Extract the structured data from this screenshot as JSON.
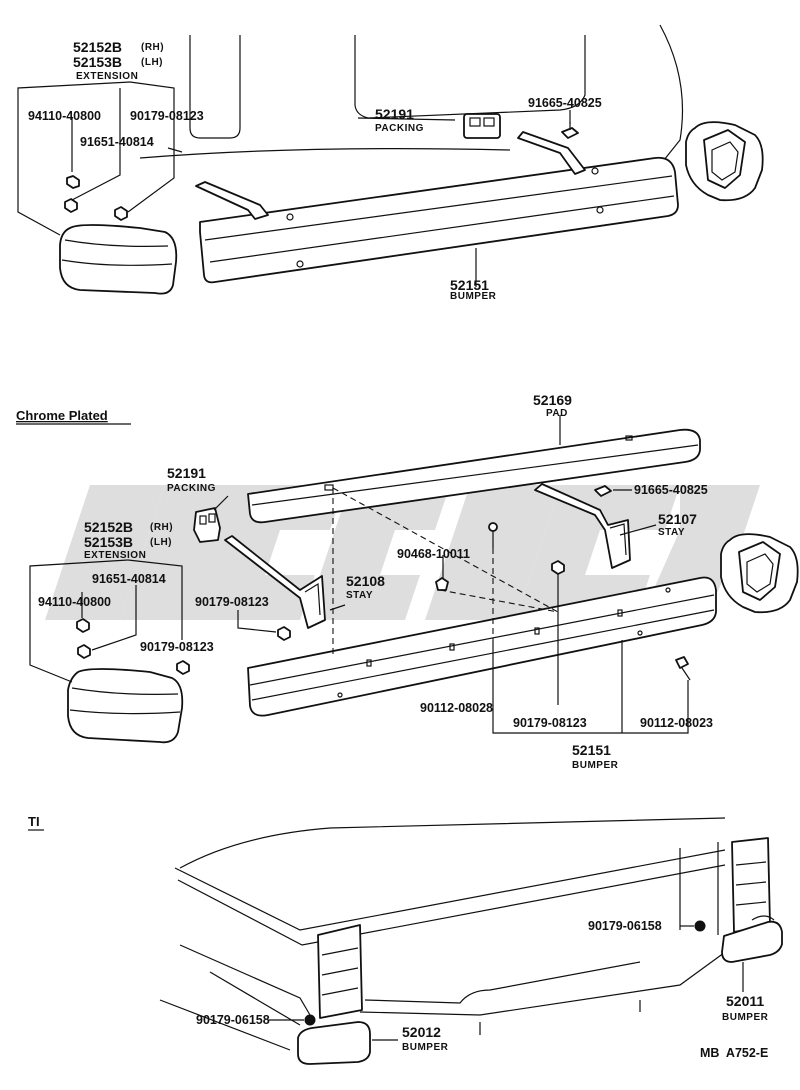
{
  "colors": {
    "ink": "#111111",
    "paper": "#ffffff",
    "watermark": "#dedede"
  },
  "section_chrome": {
    "heading": "Chrome Plated"
  },
  "section_ti": {
    "heading": "TI"
  },
  "diagram_code": "MB  A752-E",
  "labels": {
    "top_ext_rh": "52152B",
    "top_ext_rh_side": "(RH)",
    "top_ext_lh": "52153B",
    "top_ext_lh_side": "(LH)",
    "top_ext_name": "EXTENSION",
    "top_94110": "94110-40800",
    "top_90179": "90179-08123",
    "top_91651": "91651-40814",
    "top_52191": "52191",
    "top_52191_name": "PACKING",
    "top_91665": "91665-40825",
    "top_52151": "52151",
    "top_52151_name": "BUMPER",
    "c_52169": "52169",
    "c_52169_name": "PAD",
    "c_52191": "52191",
    "c_52191_name": "PACKING",
    "c_91665": "91665-40825",
    "c_52107": "52107",
    "c_52107_name": "STAY",
    "c_ext_rh": "52152B",
    "c_ext_rh_side": "(RH)",
    "c_ext_lh": "52153B",
    "c_ext_lh_side": "(LH)",
    "c_ext_name": "EXTENSION",
    "c_91651": "91651-40814",
    "c_90468": "90468-10011",
    "c_52108": "52108",
    "c_52108_name": "STAY",
    "c_94110": "94110-40800",
    "c_90179_a": "90179-08123",
    "c_90179_b": "90179-08123",
    "c_90112_a": "90112-08028",
    "c_90179_c": "90179-08123",
    "c_90112_b": "90112-08023",
    "c_52151": "52151",
    "c_52151_name": "BUMPER",
    "t_90179_r": "90179-06158",
    "t_52011": "52011",
    "t_52011_name": "BUMPER",
    "t_90179_l": "90179-06158",
    "t_52012": "52012",
    "t_52012_name": "BUMPER"
  }
}
